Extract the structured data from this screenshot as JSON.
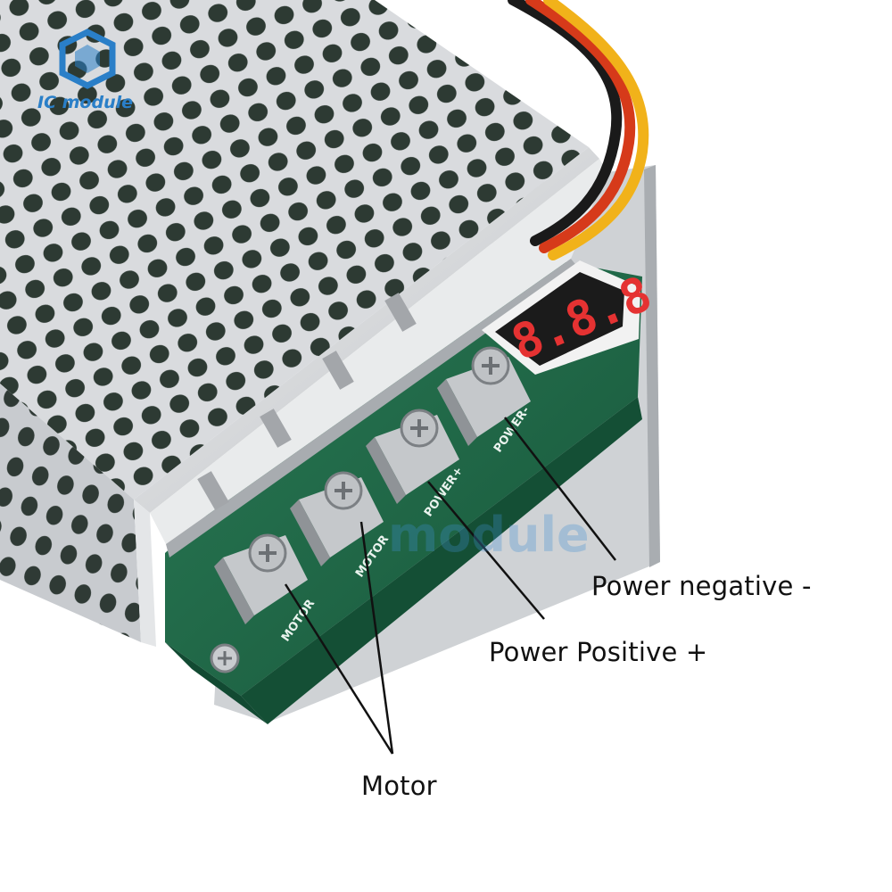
{
  "branding": {
    "logo_text": "IC module",
    "watermark_text": "module",
    "accent_color": "#2a7fc8"
  },
  "product": {
    "display_digits": "8.8.8",
    "pcb_labels": [
      "MOTOR",
      "MOTOR",
      "POWER+",
      "POWER-"
    ]
  },
  "callouts": {
    "power_negative": "Power negative -",
    "power_positive": "Power Positive +",
    "motor": "Motor"
  },
  "colors": {
    "pcb": "#1f6b48",
    "metal": "#d7d9dc",
    "display_digit": "#e53232",
    "wire_black": "#1a1a1a",
    "wire_red": "#d63a1a",
    "wire_yellow": "#f1b21a"
  }
}
